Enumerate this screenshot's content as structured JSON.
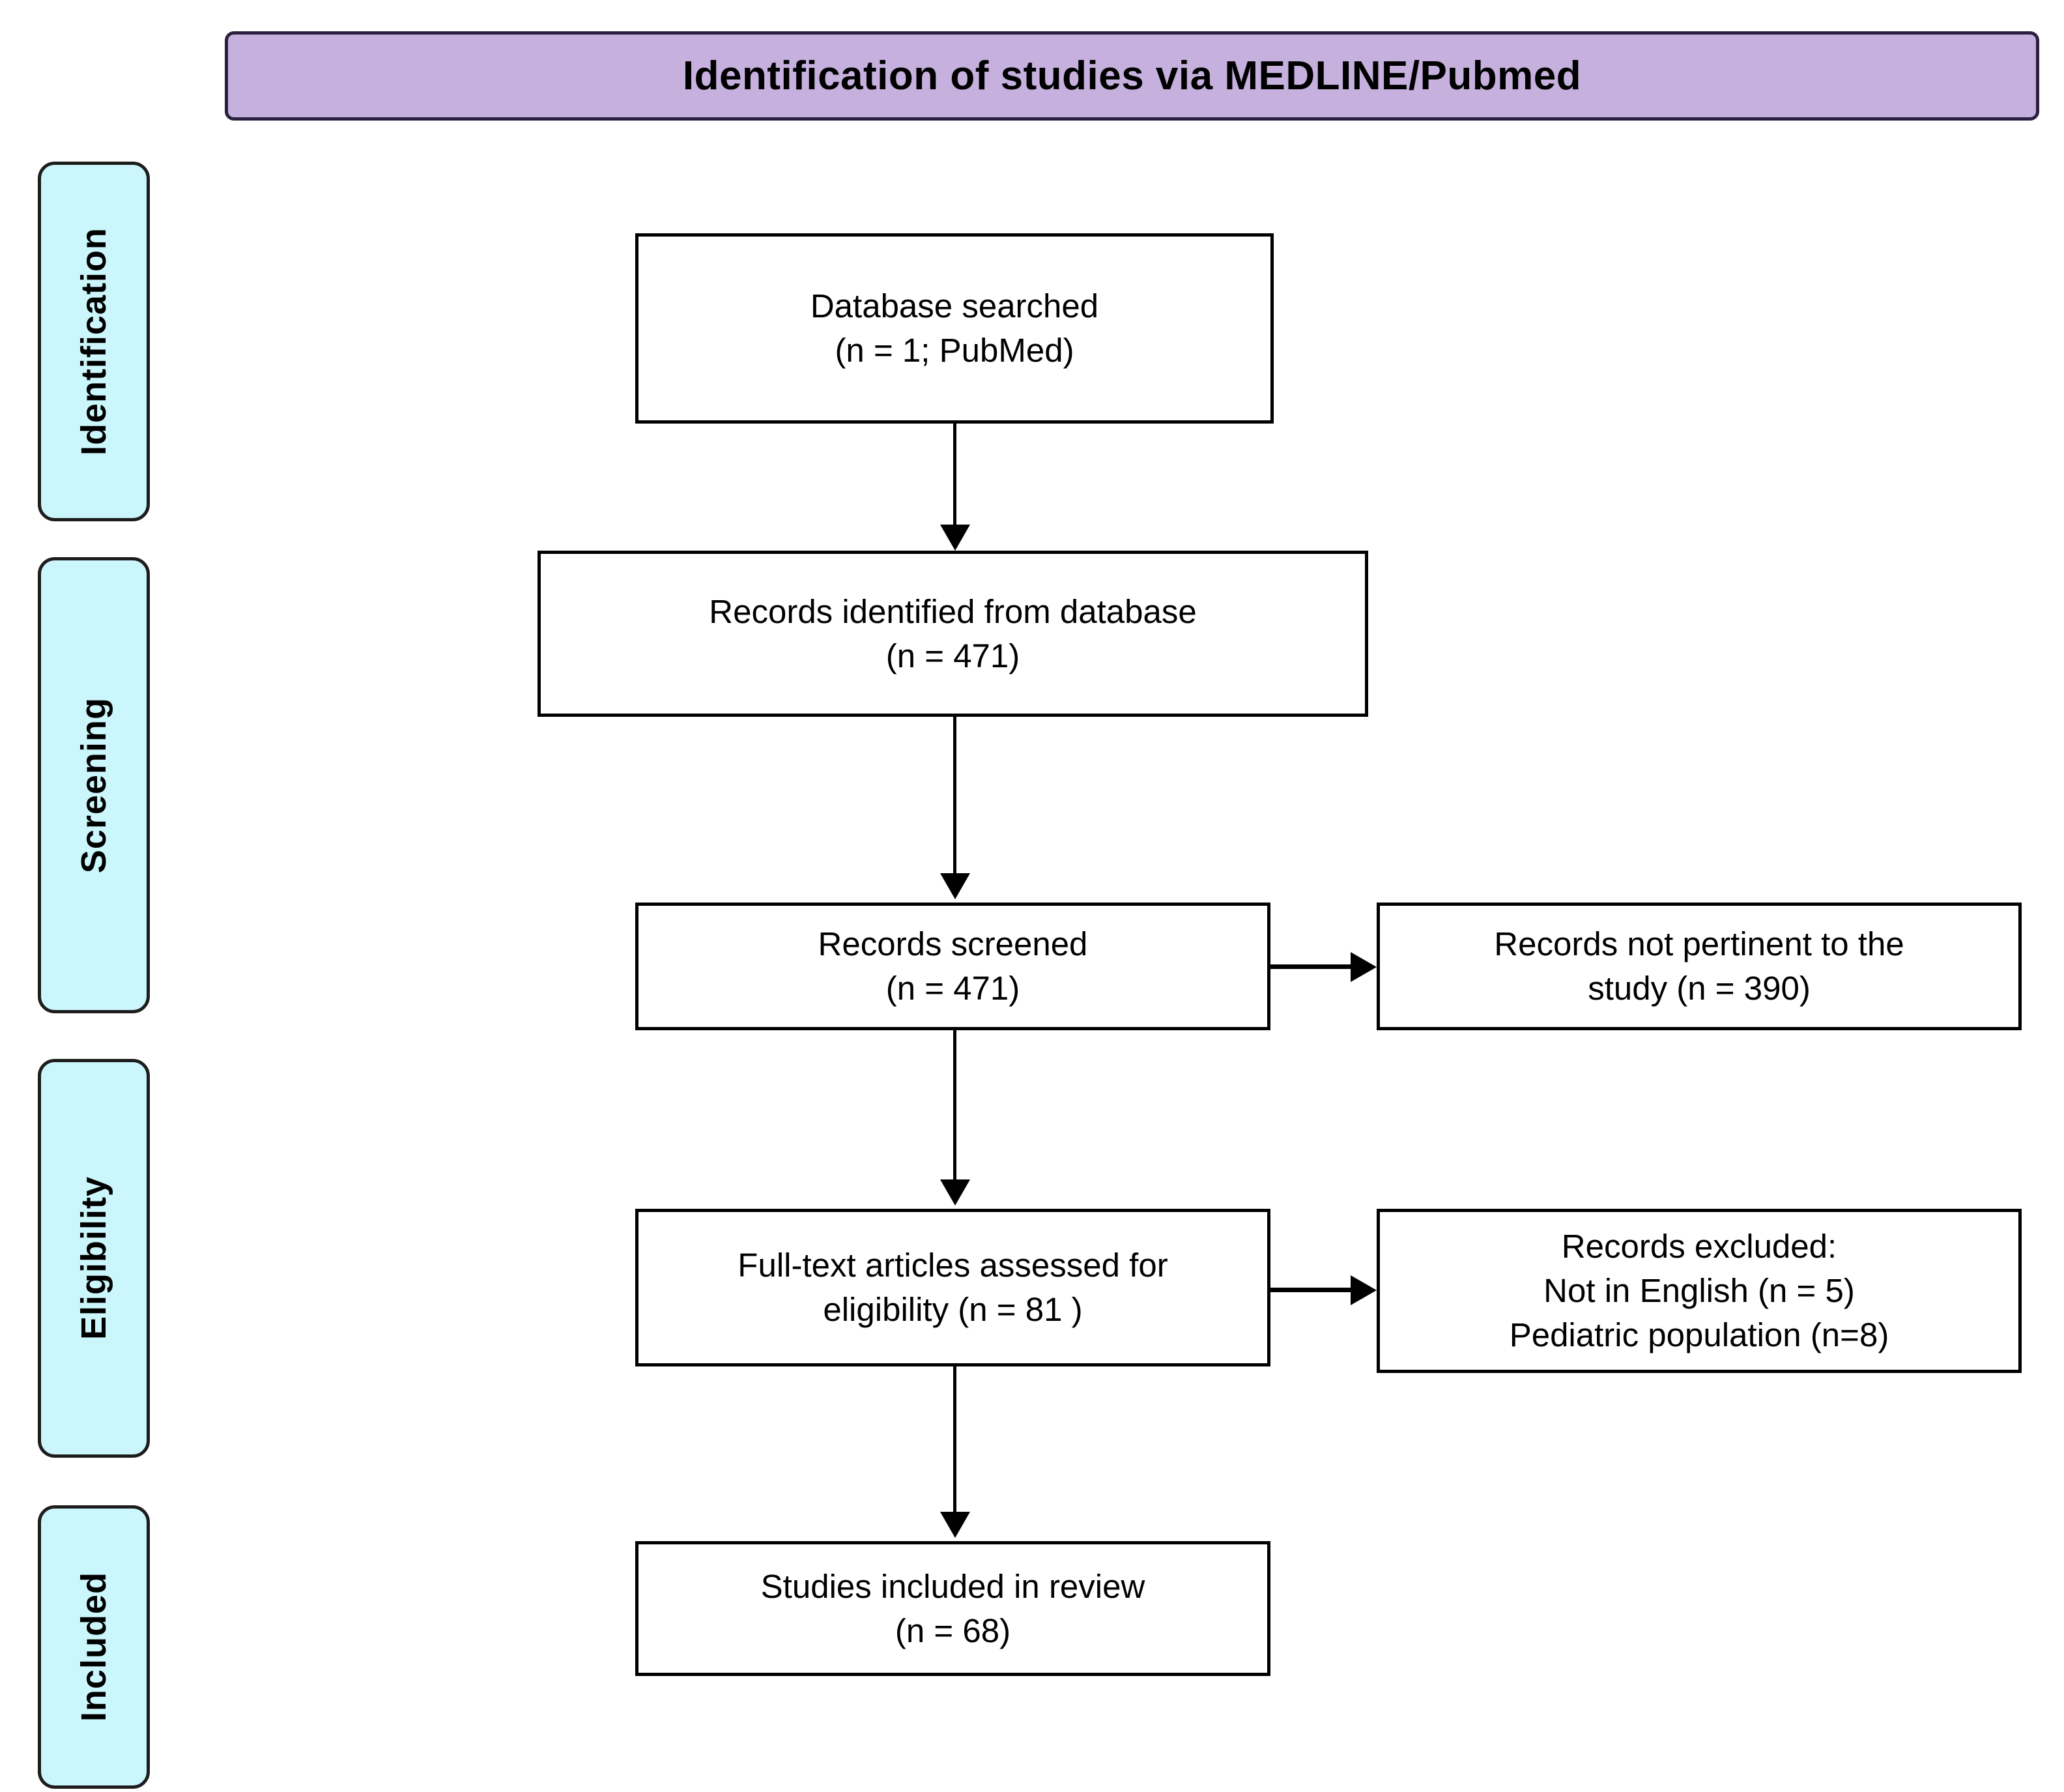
{
  "banner": {
    "title": "Identification of studies via MEDLINE/Pubmed",
    "background_color": "#c5b0de",
    "border_color": "#2b2040"
  },
  "stages": {
    "background_color": "#cbf6fb",
    "items": [
      {
        "label": "Identification"
      },
      {
        "label": "Screening"
      },
      {
        "label": "Eligibility"
      },
      {
        "label": "Included"
      }
    ]
  },
  "flow": {
    "database_searched": {
      "line1": "Database searched",
      "line2": "(n = 1; PubMed)"
    },
    "records_identified": {
      "line1": "Records identified from database",
      "line2": "(n = 471)"
    },
    "records_screened": {
      "line1": "Records screened",
      "line2": "(n = 471)"
    },
    "records_not_pertinent": {
      "line1": "Records not pertinent to the",
      "line2": "study (n = 390)"
    },
    "full_text_assessed": {
      "line1": "Full-text articles assessed for",
      "line2": "eligibility (n = 81 )"
    },
    "records_excluded": {
      "line1": "Records excluded:",
      "line2": "Not in English (n = 5)",
      "line3": "Pediatric population (n=8)"
    },
    "studies_included": {
      "line1": "Studies included in review",
      "line2": "(n = 68)"
    }
  },
  "chart_data": {
    "type": "diagram",
    "title": "Identification of studies via MEDLINE/Pubmed",
    "stages": [
      "Identification",
      "Screening",
      "Eligibility",
      "Included"
    ],
    "nodes": [
      {
        "id": "database_searched",
        "stage": "Identification",
        "label": "Database searched",
        "n": 1,
        "detail": "PubMed"
      },
      {
        "id": "records_identified",
        "stage": "Identification",
        "label": "Records identified from database",
        "n": 471
      },
      {
        "id": "records_screened",
        "stage": "Screening",
        "label": "Records screened",
        "n": 471
      },
      {
        "id": "records_not_pertinent",
        "stage": "Screening",
        "label": "Records not pertinent to the study",
        "n": 390,
        "kind": "excluded"
      },
      {
        "id": "full_text_assessed",
        "stage": "Eligibility",
        "label": "Full-text articles assessed for eligibility",
        "n": 81
      },
      {
        "id": "records_excluded",
        "stage": "Eligibility",
        "label": "Records excluded",
        "kind": "excluded",
        "reasons": [
          {
            "label": "Not in English",
            "n": 5
          },
          {
            "label": "Pediatric population",
            "n": 8
          }
        ]
      },
      {
        "id": "studies_included",
        "stage": "Included",
        "label": "Studies included in review",
        "n": 68
      }
    ],
    "edges": [
      {
        "from": "database_searched",
        "to": "records_identified",
        "direction": "down"
      },
      {
        "from": "records_identified",
        "to": "records_screened",
        "direction": "down"
      },
      {
        "from": "records_screened",
        "to": "full_text_assessed",
        "direction": "down"
      },
      {
        "from": "records_screened",
        "to": "records_not_pertinent",
        "direction": "right"
      },
      {
        "from": "full_text_assessed",
        "to": "studies_included",
        "direction": "down"
      },
      {
        "from": "full_text_assessed",
        "to": "records_excluded",
        "direction": "right"
      }
    ]
  }
}
